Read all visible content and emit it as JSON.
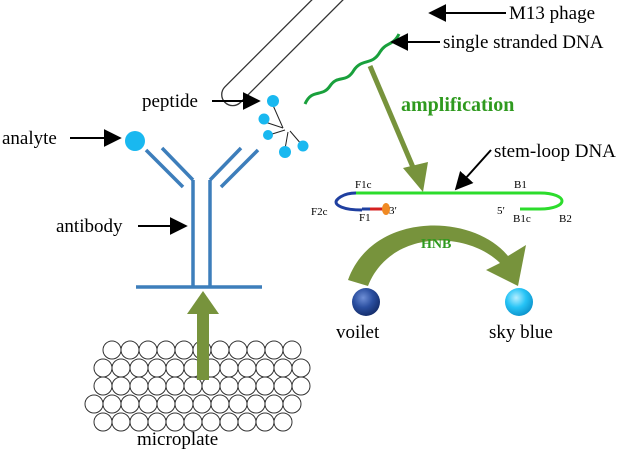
{
  "labels": {
    "m13_phage": "M13 phage",
    "single_stranded_dna": "single stranded DNA",
    "amplification": "amplification",
    "peptide": "peptide",
    "analyte": "analyte",
    "stem_loop_dna": "stem-loop DNA",
    "antibody": "antibody",
    "hnb": "HNB",
    "voilet": "voilet",
    "sky_blue": "sky blue",
    "microplate": "microplate",
    "f1c": "F1c",
    "f2c": "F2c",
    "f1": "F1",
    "three_prime": "3′",
    "five_prime": "5′",
    "b1": "B1",
    "b1c": "B1c",
    "b2": "B2"
  },
  "colors": {
    "antibody_blue": "#3d7ebb",
    "peptide_cyan": "#19b8f0",
    "dna_green": "#19a03c",
    "arrow_green": "#77933c",
    "stemloop_green": "#2cdc2c",
    "voilet_bead": "#1f3f8a",
    "skyblue_bead": "#26c3f5"
  }
}
